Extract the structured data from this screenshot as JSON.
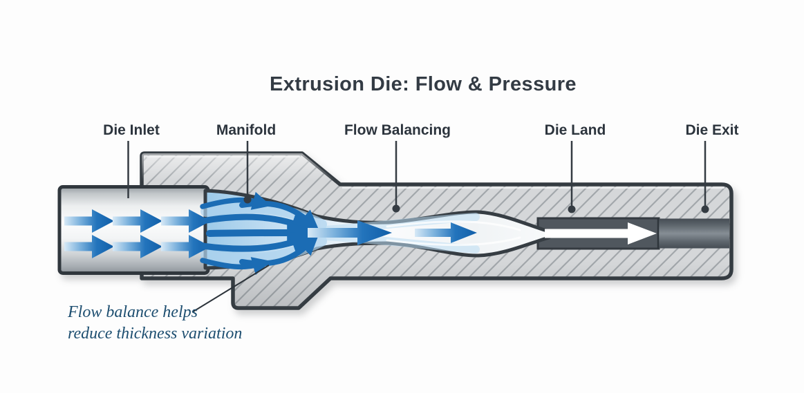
{
  "title": "Extrusion Die: Flow & Pressure",
  "labels": [
    {
      "text": "Die Inlet"
    },
    {
      "text": "Manifold"
    },
    {
      "text": "Flow Balancing"
    },
    {
      "text": "Die Land"
    },
    {
      "text": "Die Exit"
    }
  ],
  "annotation": {
    "line1": "Flow balance helps",
    "line2": "reduce thickness variation"
  },
  "colors": {
    "title_text": "#333b44",
    "label_text": "#2c343d",
    "annotation_text": "#1d4e70",
    "flow_arrow_blue": "#1b6cb4",
    "melt_light_blue": "#aed3ee",
    "die_body_gray": "#d5d7d9",
    "hatch_line_gray": "#a2a7ab",
    "outline_dark": "#343b41",
    "die_land_dark": "#50575e",
    "land_arrow_white": "#ffffff"
  }
}
